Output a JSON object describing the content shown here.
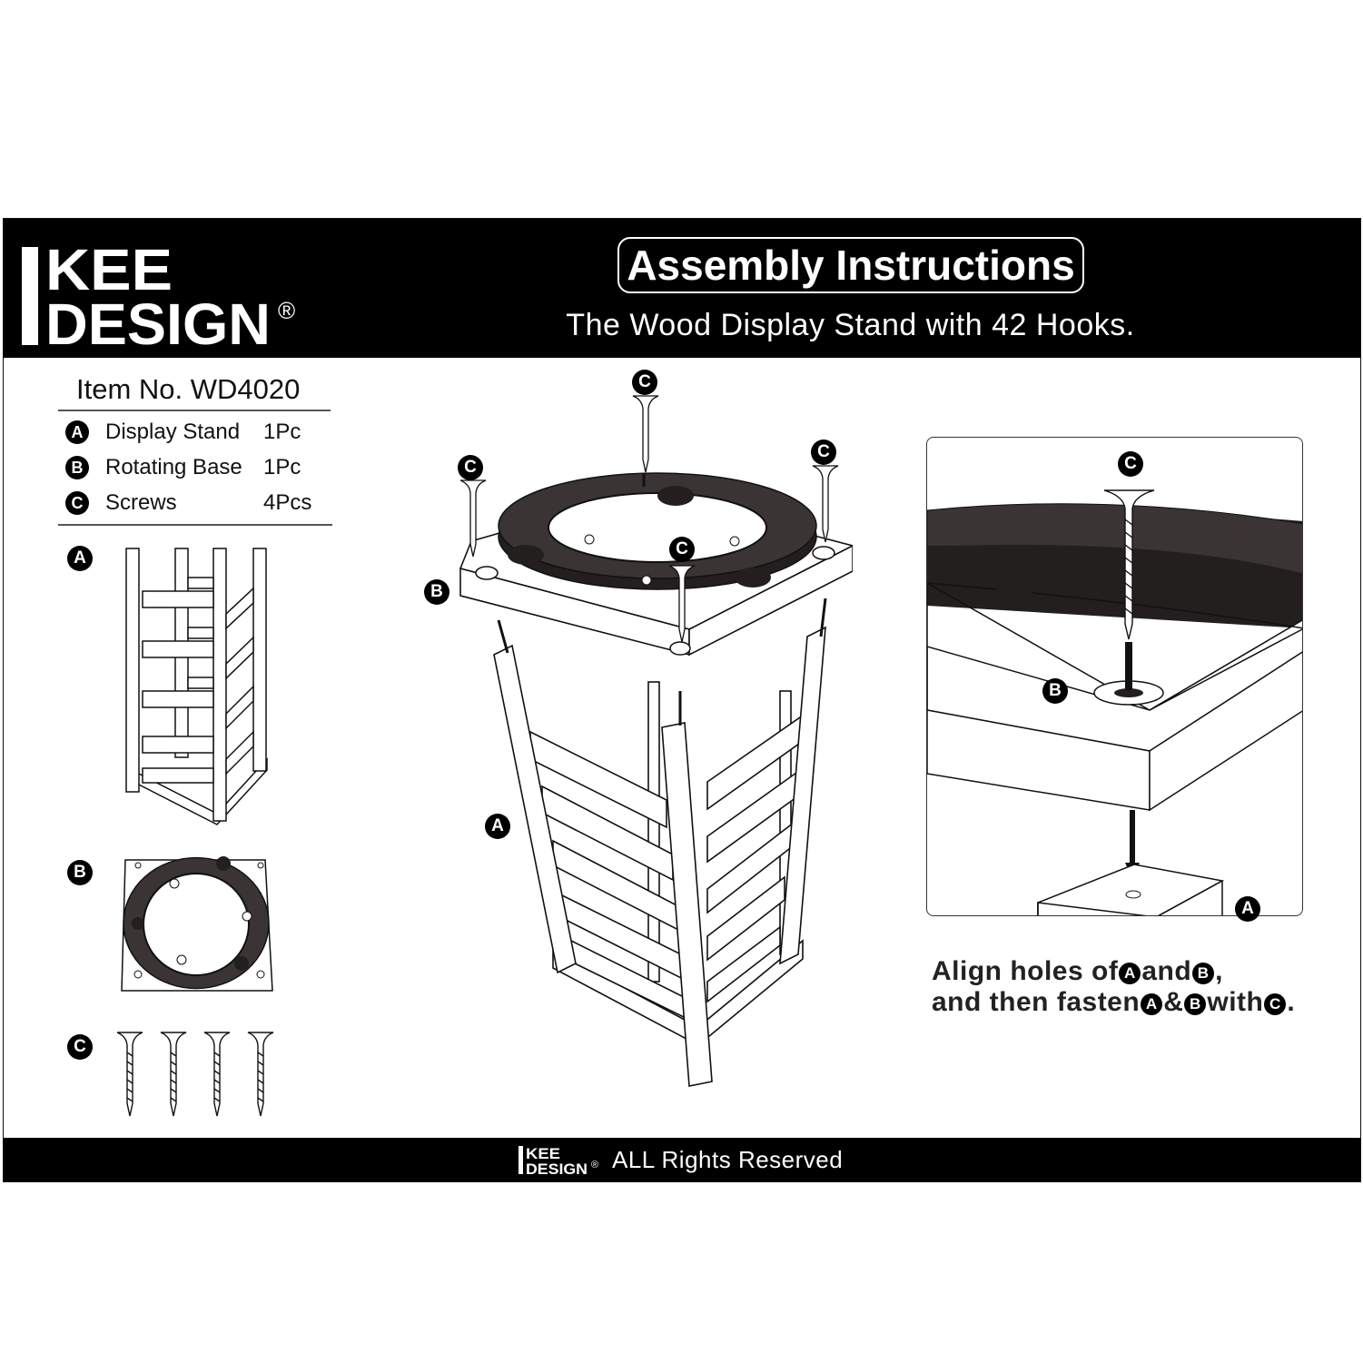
{
  "brand": {
    "logo_text": "IKEE DESIGN",
    "logo_line1": "KEE",
    "logo_line2": "DESIGN",
    "registered_mark": "®"
  },
  "header": {
    "title": "Assembly Instructions",
    "subtitle": "The Wood Display Stand with 42 Hooks."
  },
  "parts_list": {
    "item_number": "Item No. WD4020",
    "items": [
      {
        "badge": "A",
        "name": "Display Stand",
        "qty": "1Pc"
      },
      {
        "badge": "B",
        "name": "Rotating Base",
        "qty": "1Pc"
      },
      {
        "badge": "C",
        "name": "Screws",
        "qty": "4Pcs"
      }
    ]
  },
  "diagram_labels": {
    "a": "A",
    "b": "B",
    "c": "C"
  },
  "instruction": {
    "line1_part1": "Align holes of",
    "line1_part2": "and",
    "line1_end": ",",
    "line2_part1": "and then fasten",
    "line2_part2": "&",
    "line2_part3": "with",
    "line2_end": "."
  },
  "footer": {
    "logo_text": "IKEE DESIGN",
    "rights": "ALL Rights Reserved"
  },
  "colors": {
    "header_bg": "#000000",
    "ring_fill": "#3a3434",
    "ring_dark": "#231f1f",
    "line": "#111111"
  }
}
